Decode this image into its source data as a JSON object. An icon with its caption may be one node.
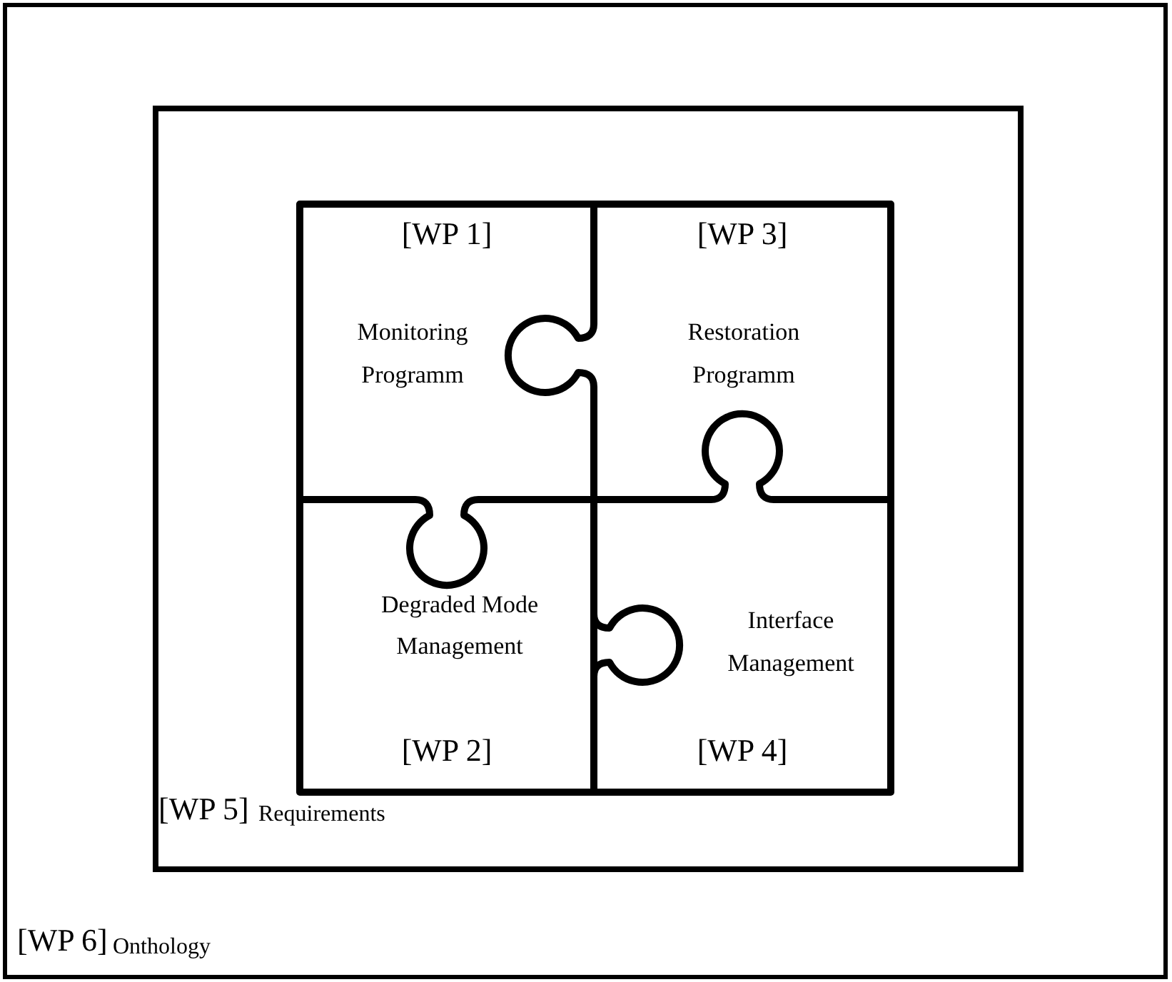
{
  "diagram": {
    "nodes": [
      {
        "text": [
          "[WP 6]",
          "Onthology"
        ]
      },
      {
        "text": [
          "[WP 5]",
          "Requirements"
        ],
        "in": 0
      },
      {
        "text": [
          "[WP 1]",
          "Monitoring Programm"
        ],
        "in": 1
      },
      {
        "text": [
          "[WP 3]",
          "Restoration Programm"
        ],
        "in": 1
      },
      {
        "text": [
          "Degraded Mode Management",
          "[WP 2]"
        ],
        "in": 1
      },
      {
        "text": [
          "Interface Management",
          "[WP 4]"
        ],
        "in": 1
      }
    ]
  }
}
